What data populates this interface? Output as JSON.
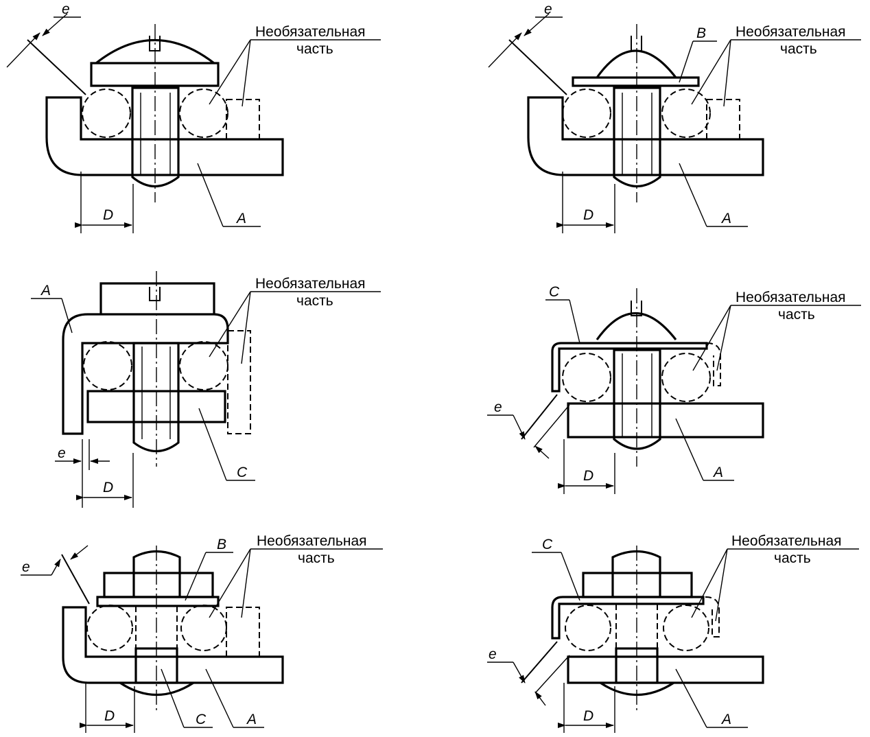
{
  "labels": {
    "optional_line1": "Необязательная",
    "optional_line2": "часть",
    "letter_e": "e",
    "letter_d": "D",
    "letter_a": "A",
    "letter_b": "B",
    "letter_c": "C"
  }
}
